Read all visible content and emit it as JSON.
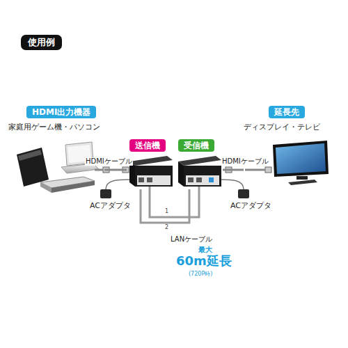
{
  "diagram": {
    "title": "使用例",
    "nodes": [
      {
        "text": [
          "HDMI出力機器",
          "家庭用ゲーム機・パソコン"
        ]
      },
      {
        "text": [
          "送信機"
        ]
      },
      {
        "text": [
          "受信機"
        ]
      },
      {
        "text": [
          "延長先",
          "ディスプレイ・テレビ"
        ]
      }
    ],
    "edges": [
      {
        "from": 0,
        "to": 1,
        "label": "HDMIケーブル",
        "arrow": "none"
      },
      {
        "from": 1,
        "to": 2,
        "label": "LANケーブル",
        "arrow": "none"
      },
      {
        "from": 2,
        "to": 3,
        "label": "HDMIケーブル",
        "arrow": "none"
      }
    ],
    "labels": [
      "ACアダプタ",
      "ACアダプタ",
      "1",
      "2",
      "最大",
      "60m延長",
      "(720P時)"
    ]
  }
}
